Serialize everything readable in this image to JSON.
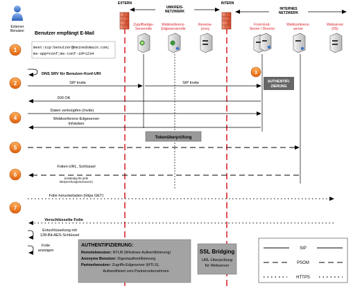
{
  "zones": {
    "extern": "EXTERN",
    "umkreis_1": "UMKREIS-",
    "umkreis_2": "NETZWERK",
    "intern": "INTERN",
    "internes_1": "INTERNES",
    "internes_2": "NETZWERK"
  },
  "actors": {
    "user_1": "Externer",
    "user_2": "Benutzer",
    "access_edge_1": "Zugriffsedge-",
    "access_edge_2": "Serverrolle",
    "webconf_edge_1": "Webkonferenz-",
    "webconf_edge_2": "Edgeserverrolle",
    "reverse_proxy_1": "Reverse-",
    "reverse_proxy_2": "proxy",
    "frontend_1": "Front-End-",
    "frontend_2": "Server / Director",
    "webconf_server_1": "Webkonferenz-",
    "webconf_server_2": "server",
    "webserver_1": "Webserver",
    "webserver_2": "(IIS)"
  },
  "steps": {
    "s1": "1",
    "s1_title": "Benutzer empfängt E-Mail",
    "s1_uri_1": "meet:sip:benutzer@meinedomain.com;",
    "s1_uri_2": "ms-app=conf;ms-conf-id=1234",
    "dns_srv": "DNS SRV für Benutzer-Konf-URI",
    "s2": "2",
    "sip_invite_1": "SIP Invite",
    "sip_invite_2": "SIP Invite",
    "s3": "3",
    "auth_box_1": "AUTHENTIFI-",
    "auth_box_2": "ZIERUNG",
    "ok_200": "200 OK",
    "s4": "4",
    "data_link": "Daten verknüpfen (Invite)",
    "edge_info_1": "Webkonferenz-Edgeserver",
    "edge_info_2": "Infotoken",
    "token_check": "Tokenüberprüfung",
    "s5": "5",
    "s6": "6",
    "slide_url": "Folien-URL, Schlüssel",
    "slide_url_note_1": "(eindeutig für jede",
    "slide_url_note_2": "Besprechungsressource)",
    "s7": "7",
    "download": "Folie herunterladen (https GET)",
    "encrypted": "Verschlüsselte Folie",
    "decrypt_1": "Entschlüsselung mit",
    "decrypt_2": "128-Bit-AES-Schlüssel",
    "show_1": "Folie",
    "show_2": "anzeigen"
  },
  "auth_panel": {
    "title": "AUTHENTIFIZIERUNG:",
    "l1_b": "Remotebenutzer:",
    "l1": " NTLM (Windows-Authentifizierung)",
    "l2_b": "Anonyme Benutzer:",
    "l2": " Digestauthentifizierung",
    "l3_b": "Partnerbenutzer:",
    "l3": " Zugriffs-Edgeserver (MTLS),",
    "l4": "Authentifiziert vom Partnerunternehmen"
  },
  "ssl_panel": {
    "title": "SSL Bridging",
    "l1": "URL-Überprüfung",
    "l2": "für Webserver"
  },
  "legend": {
    "sip": "SIP",
    "psom": "PSOM",
    "https": "HTTPS"
  },
  "colors": {
    "step_circle": "#f07a1c",
    "firewall": "#e05a3a",
    "dashed_red": "#d9242b",
    "actor_red": "#d9242b",
    "panel_grey": "#9c9c9c",
    "dark_box": "#555555"
  }
}
